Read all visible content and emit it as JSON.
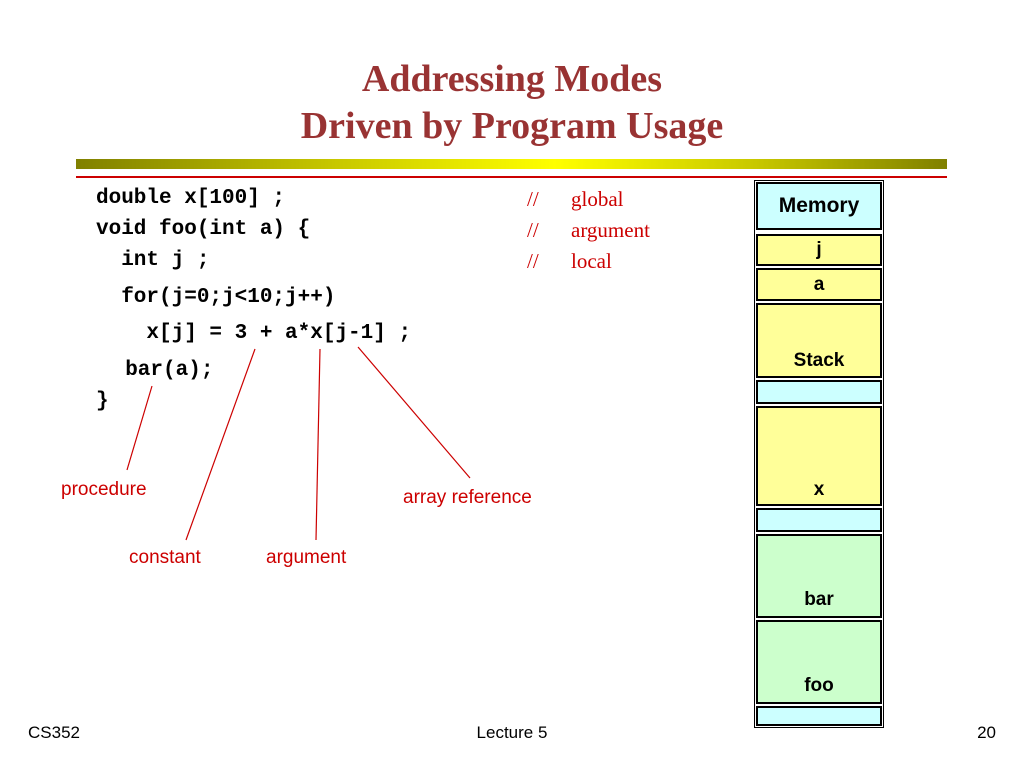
{
  "slide": {
    "title_line1": "Addressing Modes",
    "title_line2": "Driven by Program Usage"
  },
  "code": {
    "lines": [
      "double x[100] ;",
      "void foo(int a) {",
      "  int j ;",
      "  for(j=0;j<10;j++)",
      "    x[j] = 3 + a*x[j-1] ;",
      "  bar(a);",
      "}"
    ],
    "comments": [
      {
        "slashes": "//",
        "text": "global"
      },
      {
        "slashes": "//",
        "text": "argument"
      },
      {
        "slashes": "//",
        "text": "local"
      }
    ]
  },
  "callouts": {
    "procedure": "procedure",
    "constant": "constant",
    "argument": "argument",
    "array_reference": "array reference"
  },
  "memory": {
    "header": "Memory",
    "cells": [
      {
        "label": "j",
        "color": "#ffff99"
      },
      {
        "label": "a",
        "color": "#ffff99"
      },
      {
        "label": "Stack",
        "color": "#ffff99"
      },
      {
        "label": "",
        "color": "#ccffff"
      },
      {
        "label": "x",
        "color": "#ffff99"
      },
      {
        "label": "",
        "color": "#ccffff"
      },
      {
        "label": "bar",
        "color": "#ccffcc"
      },
      {
        "label": "foo",
        "color": "#ccffcc"
      },
      {
        "label": "",
        "color": "#ccffff"
      }
    ]
  },
  "footer": {
    "left": "CS352",
    "center": "Lecture 5",
    "right": "20"
  },
  "colors": {
    "title": "#993333",
    "accent_red": "#cc0000",
    "memory_header_bg": "#ccffff"
  }
}
